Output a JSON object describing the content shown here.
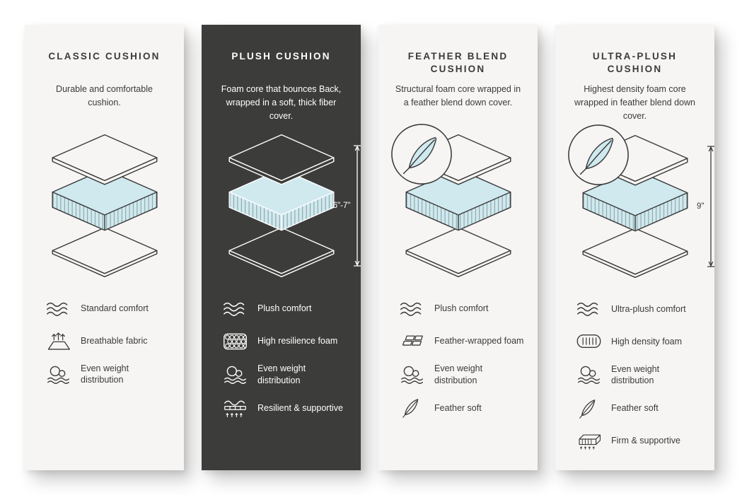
{
  "page": {
    "background_color": "#ffffff"
  },
  "cards": [
    {
      "title": "CLASSIC CUSHION",
      "description": "Durable and comfortable cushion.",
      "theme": {
        "background_color": "#f6f5f3",
        "text_color": "#3b3b39"
      },
      "illustration": {
        "type": "layered-cushion-diagram",
        "foam_color": "#cfe9ef",
        "badge": null,
        "measurement": null
      },
      "features": [
        {
          "icon": "waves-icon",
          "label": "Standard comfort"
        },
        {
          "icon": "breathable-fabric-icon",
          "label": "Breathable fabric"
        },
        {
          "icon": "even-weight-icon",
          "label": "Even weight distribution"
        }
      ]
    },
    {
      "title": "PLUSH CUSHION",
      "description": "Foam core that bounces Back, wrapped in a soft, thick fiber cover.",
      "theme": {
        "background_color": "#3c3c3a",
        "text_color": "#ffffff"
      },
      "illustration": {
        "type": "layered-cushion-diagram",
        "foam_color": "#cfe9ef",
        "badge": null,
        "measurement": "6\"-7\""
      },
      "features": [
        {
          "icon": "waves-icon",
          "label": "Plush comfort"
        },
        {
          "icon": "honeycomb-foam-icon",
          "label": "High resilience foam"
        },
        {
          "icon": "even-weight-icon",
          "label": "Even weight distribution"
        },
        {
          "icon": "resilient-springs-icon",
          "label": "Resilient & supportive"
        }
      ]
    },
    {
      "title": "FEATHER BLEND CUSHION",
      "description": "Structural foam core wrapped in a feather blend down cover.",
      "theme": {
        "background_color": "#f6f5f3",
        "text_color": "#3b3b39"
      },
      "illustration": {
        "type": "layered-cushion-diagram",
        "foam_color": "#cfe9ef",
        "badge": "feather-circle-badge",
        "measurement": null
      },
      "features": [
        {
          "icon": "waves-icon",
          "label": "Plush comfort"
        },
        {
          "icon": "foam-bricks-icon",
          "label": "Feather-wrapped foam"
        },
        {
          "icon": "even-weight-icon",
          "label": "Even weight distribution"
        },
        {
          "icon": "feather-icon",
          "label": "Feather soft"
        }
      ]
    },
    {
      "title": "ULTRA-PLUSH CUSHION",
      "description": "Highest density foam core wrapped in feather blend down cover.",
      "theme": {
        "background_color": "#f6f5f3",
        "text_color": "#3b3b39"
      },
      "illustration": {
        "type": "layered-cushion-diagram",
        "foam_color": "#cfe9ef",
        "badge": "feather-circle-badge",
        "measurement": "9\""
      },
      "features": [
        {
          "icon": "waves-icon",
          "label": "Ultra-plush comfort"
        },
        {
          "icon": "dense-foam-icon",
          "label": "High density foam"
        },
        {
          "icon": "even-weight-icon",
          "label": "Even weight distribution"
        },
        {
          "icon": "feather-icon",
          "label": "Feather soft"
        },
        {
          "icon": "firm-block-icon",
          "label": "Firm & supportive"
        }
      ]
    }
  ]
}
